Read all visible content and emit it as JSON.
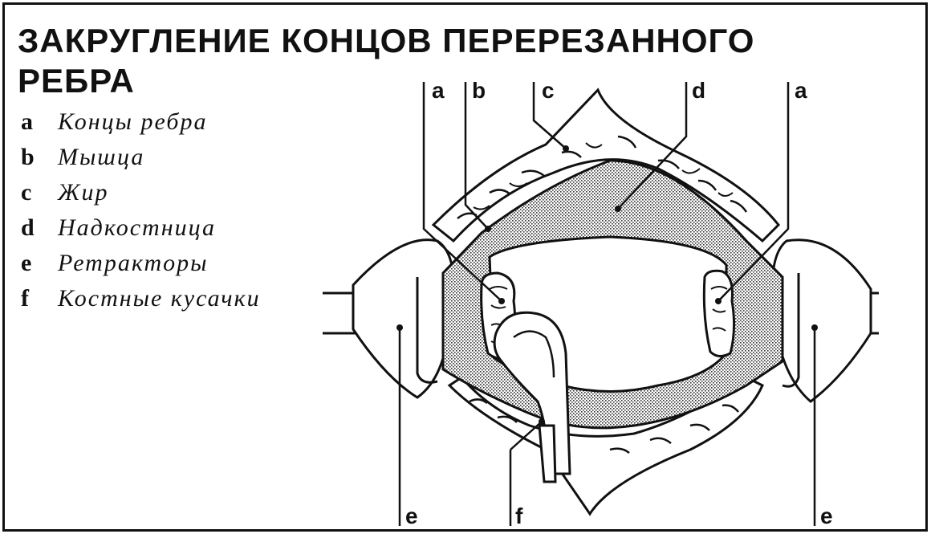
{
  "title": {
    "line1": "ЗАКРУГЛЕНИЕ  КОНЦОВ  ПЕРЕРЕЗАННОГО",
    "line2": "РЕБРА"
  },
  "legend": [
    {
      "key": "a",
      "text": "Концы ребра"
    },
    {
      "key": "b",
      "text": "Мышца"
    },
    {
      "key": "c",
      "text": "Жир"
    },
    {
      "key": "d",
      "text": "Надкостница"
    },
    {
      "key": "e",
      "text": "Ретракторы"
    },
    {
      "key": "f",
      "text": "Костные кусачки"
    }
  ],
  "callouts": {
    "a_left": "a",
    "b": "b",
    "c": "c",
    "d": "d",
    "a_right": "a",
    "e_left": "e",
    "f": "f",
    "e_right": "e"
  }
}
